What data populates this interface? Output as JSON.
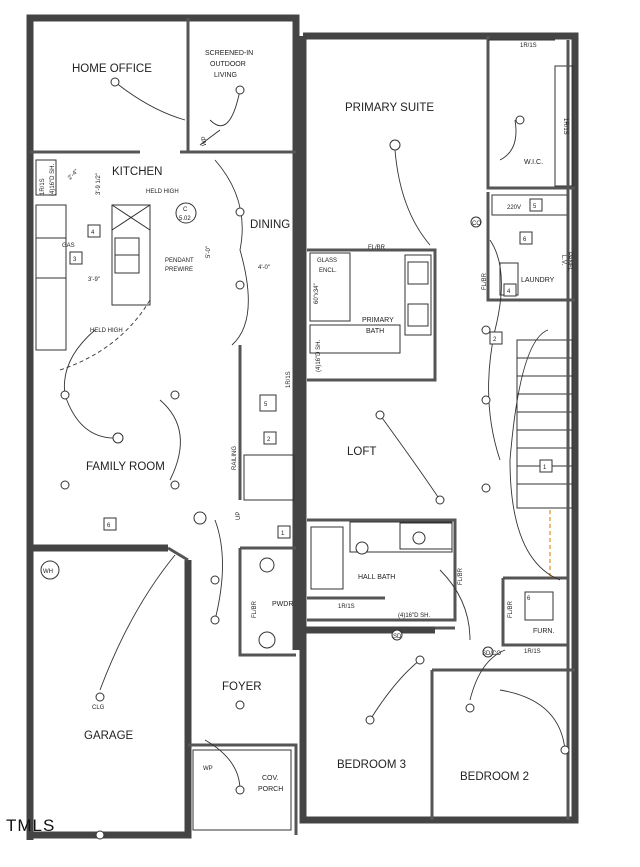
{
  "rooms": {
    "home_office": "HOME OFFICE",
    "screened_porch": [
      "SCREENED-IN",
      "OUTDOOR",
      "LIVING"
    ],
    "primary_suite": "PRIMARY SUITE",
    "kitchen": "KITCHEN",
    "dining": "DINING",
    "family_room": "FAMILY ROOM",
    "loft": "LOFT",
    "primary_bath": [
      "PRIMARY",
      "BATH"
    ],
    "hall_bath": "HALL BATH",
    "laundry": "LAUNDRY",
    "wic": "W.I.C.",
    "garage": "GARAGE",
    "foyer": "FOYER",
    "pwdr": "PWDR",
    "furn": "FURN.",
    "bedroom3": "BEDROOM 3",
    "bedroom2": "BEDROOM 2",
    "cov_porch": [
      "COV.",
      "PORCH"
    ],
    "glass_encl": [
      "GLASS",
      "ENCL."
    ]
  },
  "labels": {
    "held_high_top": "HELD HIGH",
    "held_high_bottom": "HELD HIGH",
    "pendant_prewire": [
      "PENDANT",
      "PREWIRE"
    ],
    "gas": "GAS",
    "wp_upper": "WP",
    "wp_lower": "WP",
    "clg": "CLG",
    "wh": "WH",
    "up": "UP",
    "railing": "RAILING",
    "fl_br_primary": "FL/BR",
    "fl_br_laundry": "FL/BR",
    "fl_br_hall": "FL/BR",
    "fl_br_pwdr": "FL/BR",
    "fl_br_furn": "FL/BR",
    "shelf_1": "1R/1S",
    "shelf_2": "1R/1S",
    "shelf_3": "1R/1S",
    "shelf_4": "1R/1S",
    "shelf_5": "1R/1S",
    "shelf_6": "1R/1S",
    "sh_left_kitchen": "(4)16\"D SH.",
    "sh_primary_bath": "(4)16\"D SH.",
    "sh_hall": "(4)16\"D SH.",
    "dim_shower": "60\"x34\"",
    "dim_3_9_half": "3'-9 1/2\"",
    "dim_3_9": "3'-9\"",
    "dim_5_0": "5'-0\"",
    "dim_4_0": "4'-0\"",
    "dim_2_4": "2'-4\"",
    "c_ref": "C",
    "c_sheet": "5.02",
    "w220": "220V",
    "lv_panel": [
      "L.V.",
      "PANEL"
    ],
    "tag_1": "1",
    "tag_2": "2",
    "tag_3": "3",
    "tag_4": "4",
    "tag_5": "5",
    "tag_6": "6",
    "tag_1b": "1",
    "tag_2b": "2",
    "tag_4b": "4",
    "tag_5b": "5",
    "tag_6b": "6",
    "tag_6c": "6",
    "sd": "SD",
    "co": "CO",
    "sd_co": "SD/CO"
  },
  "watermark": "TMLS"
}
